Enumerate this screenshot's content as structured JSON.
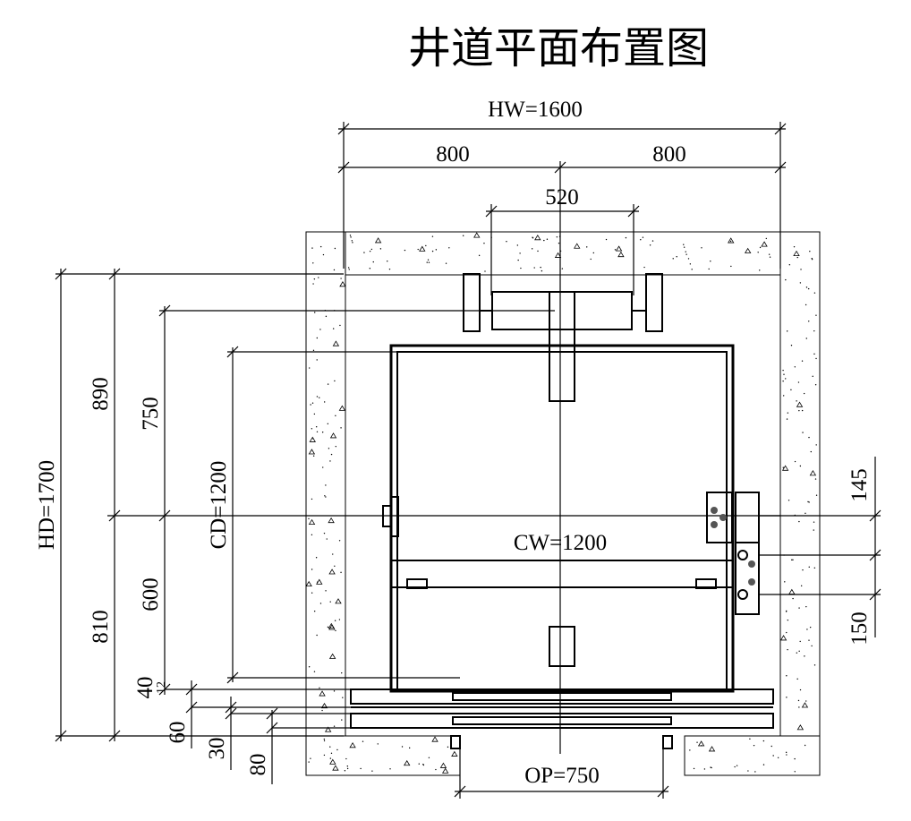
{
  "title": "井道平面布置图",
  "dimensions": {
    "hw": "HW=1600",
    "hw_left": "800",
    "hw_right": "800",
    "rail_span": "520",
    "hd": "HD=1700",
    "upper_depth": "890",
    "lower_depth": "810",
    "cwt_to_center": "750",
    "center_to_front": "600",
    "cd": "CD=1200",
    "cw": "CW=1200",
    "sill_40": "40",
    "sill_12": "12",
    "sill_60": "60",
    "sill_30": "30",
    "sill_80": "80",
    "right_145": "145",
    "right_150": "150",
    "op": "OP=750"
  }
}
